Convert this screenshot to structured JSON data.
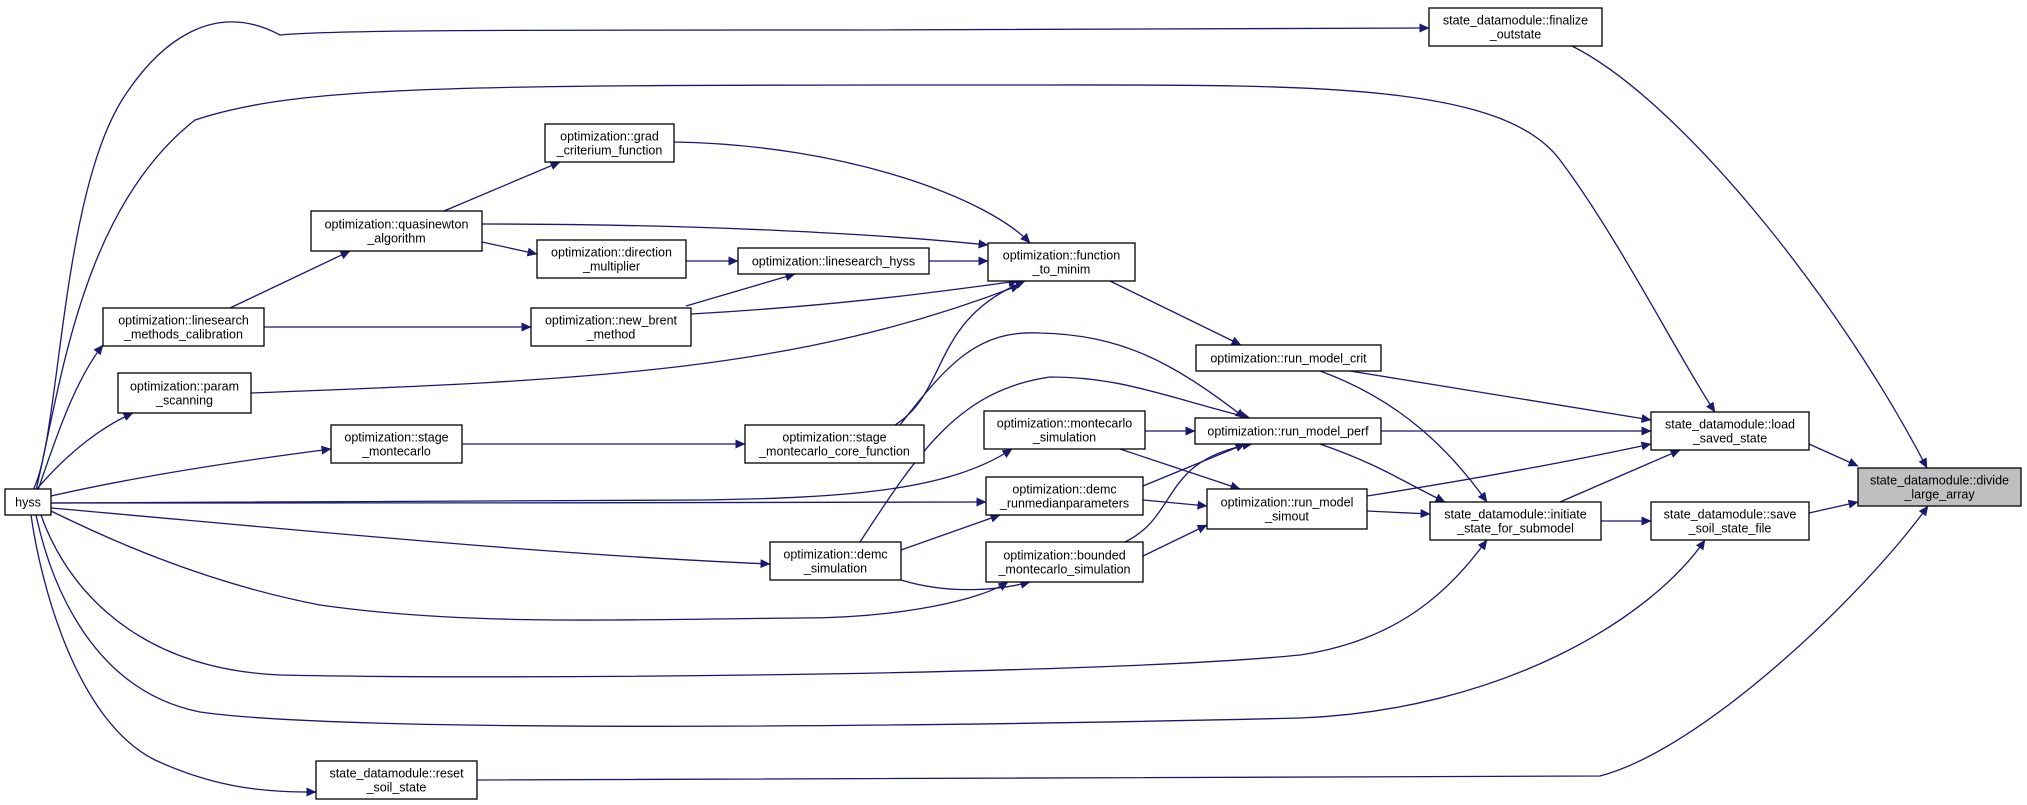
{
  "graph": {
    "edge_color": "#191970",
    "highlight_fill": "#bfbfbf",
    "nodes": [
      {
        "id": "hyss",
        "lines": [
          "hyss"
        ]
      },
      {
        "id": "finalize",
        "lines": [
          "state_datamodule::finalize",
          "_outstate"
        ]
      },
      {
        "id": "grad",
        "lines": [
          "optimization::grad",
          "_criterium_function"
        ]
      },
      {
        "id": "quasi",
        "lines": [
          "optimization::quasinewton",
          "_algorithm"
        ]
      },
      {
        "id": "direction",
        "lines": [
          "optimization::direction",
          "_multiplier"
        ]
      },
      {
        "id": "linesearch_hyss",
        "lines": [
          "optimization::linesearch_hyss"
        ]
      },
      {
        "id": "function",
        "lines": [
          "optimization::function",
          "_to_minim"
        ]
      },
      {
        "id": "lsmc",
        "lines": [
          "optimization::linesearch",
          "_methods_calibration"
        ]
      },
      {
        "id": "brent",
        "lines": [
          "optimization::new_brent",
          "_method"
        ]
      },
      {
        "id": "crit",
        "lines": [
          "optimization::run_model_crit"
        ]
      },
      {
        "id": "param",
        "lines": [
          "optimization::param",
          "_scanning"
        ]
      },
      {
        "id": "stage_mc",
        "lines": [
          "optimization::stage",
          "_montecarlo"
        ]
      },
      {
        "id": "stage_core",
        "lines": [
          "optimization::stage",
          "_montecarlo_core_function"
        ]
      },
      {
        "id": "mcsim",
        "lines": [
          "optimization::montecarlo",
          "_simulation"
        ]
      },
      {
        "id": "perf",
        "lines": [
          "optimization::run_model_perf"
        ]
      },
      {
        "id": "load",
        "lines": [
          "state_datamodule::load",
          "_saved_state"
        ]
      },
      {
        "id": "divide",
        "lines": [
          "state_datamodule::divide",
          "_large_array"
        ],
        "highlight": true
      },
      {
        "id": "demc_run",
        "lines": [
          "optimization::demc",
          "_runmedianparameters"
        ]
      },
      {
        "id": "simout",
        "lines": [
          "optimization::run_model",
          "_simout"
        ]
      },
      {
        "id": "initiate",
        "lines": [
          "state_datamodule::initiate",
          "_state_for_submodel"
        ]
      },
      {
        "id": "save",
        "lines": [
          "state_datamodule::save",
          "_soil_state_file"
        ]
      },
      {
        "id": "demc_sim",
        "lines": [
          "optimization::demc",
          "_simulation"
        ]
      },
      {
        "id": "bounded",
        "lines": [
          "optimization::bounded",
          "_montecarlo_simulation"
        ]
      },
      {
        "id": "reset",
        "lines": [
          "state_datamodule::reset",
          "_soil_state"
        ]
      }
    ],
    "edges": [
      {
        "from": "hyss",
        "to": "finalize"
      },
      {
        "from": "hyss",
        "to": "load"
      },
      {
        "from": "hyss",
        "to": "lsmc"
      },
      {
        "from": "hyss",
        "to": "param"
      },
      {
        "from": "hyss",
        "to": "stage_mc"
      },
      {
        "from": "hyss",
        "to": "mcsim"
      },
      {
        "from": "hyss",
        "to": "demc_run"
      },
      {
        "from": "hyss",
        "to": "demc_sim"
      },
      {
        "from": "hyss",
        "to": "bounded"
      },
      {
        "from": "hyss",
        "to": "initiate"
      },
      {
        "from": "hyss",
        "to": "save"
      },
      {
        "from": "hyss",
        "to": "reset"
      },
      {
        "from": "lsmc",
        "to": "quasi"
      },
      {
        "from": "lsmc",
        "to": "brent"
      },
      {
        "from": "quasi",
        "to": "grad"
      },
      {
        "from": "quasi",
        "to": "direction"
      },
      {
        "from": "quasi",
        "to": "function"
      },
      {
        "from": "grad",
        "to": "function"
      },
      {
        "from": "direction",
        "to": "linesearch_hyss"
      },
      {
        "from": "brent",
        "to": "linesearch_hyss"
      },
      {
        "from": "linesearch_hyss",
        "to": "function"
      },
      {
        "from": "brent",
        "to": "function"
      },
      {
        "from": "param",
        "to": "function"
      },
      {
        "from": "stage_core",
        "to": "function"
      },
      {
        "from": "stage_mc",
        "to": "stage_core"
      },
      {
        "from": "function",
        "to": "crit"
      },
      {
        "from": "stage_core",
        "to": "perf"
      },
      {
        "from": "mcsim",
        "to": "perf"
      },
      {
        "from": "mcsim",
        "to": "simout"
      },
      {
        "from": "demc_sim",
        "to": "perf"
      },
      {
        "from": "demc_sim",
        "to": "demc_run"
      },
      {
        "from": "demc_sim",
        "to": "bounded"
      },
      {
        "from": "demc_run",
        "to": "perf"
      },
      {
        "from": "demc_run",
        "to": "simout"
      },
      {
        "from": "bounded",
        "to": "perf"
      },
      {
        "from": "bounded",
        "to": "simout"
      },
      {
        "from": "crit",
        "to": "load"
      },
      {
        "from": "crit",
        "to": "initiate"
      },
      {
        "from": "perf",
        "to": "load"
      },
      {
        "from": "perf",
        "to": "initiate"
      },
      {
        "from": "simout",
        "to": "load"
      },
      {
        "from": "simout",
        "to": "initiate"
      },
      {
        "from": "initiate",
        "to": "load"
      },
      {
        "from": "initiate",
        "to": "save"
      },
      {
        "from": "finalize",
        "to": "divide"
      },
      {
        "from": "load",
        "to": "divide"
      },
      {
        "from": "save",
        "to": "divide"
      },
      {
        "from": "reset",
        "to": "divide"
      }
    ]
  }
}
